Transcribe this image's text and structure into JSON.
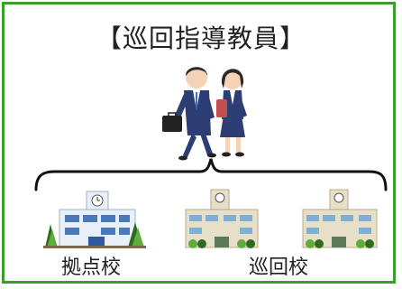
{
  "diagram": {
    "title": "【巡回指導教員】",
    "base_school_label": "拠点校",
    "patrol_school_label": "巡回校"
  },
  "colors": {
    "frame": "#3d9d2a",
    "suit": "#2c3e73",
    "base_school_wall": "#e8f0f7",
    "patrol_school_wall": "#e8dfc8",
    "tree_dark": "#2f6b1f",
    "tree_light": "#5fae3c"
  },
  "icons": [
    "male-teacher-icon",
    "female-teacher-icon",
    "base-school-icon",
    "patrol-school-icon",
    "brace-icon"
  ]
}
